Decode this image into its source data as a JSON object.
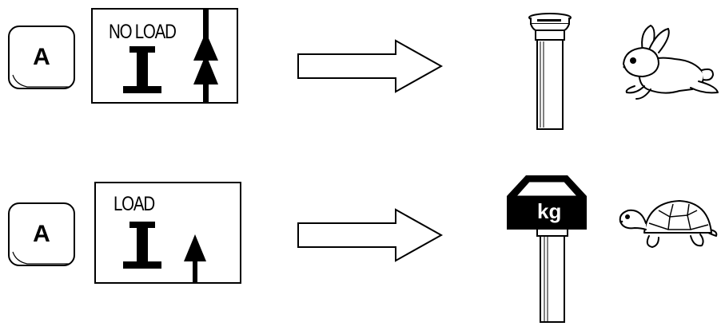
{
  "rows": [
    {
      "key_label": "A",
      "panel_label": "NO LOAD",
      "weight_label": ""
    },
    {
      "key_label": "A",
      "panel_label": "LOAD",
      "weight_label": "kg"
    }
  ],
  "icons": {
    "row1_arrow_icon": "double-up-arrow-icon",
    "row2_arrow_icon": "single-up-arrow-icon",
    "row1_speed_icon": "rabbit-icon",
    "row2_speed_icon": "turtle-icon",
    "flow_arrow": "right-arrow-icon"
  }
}
